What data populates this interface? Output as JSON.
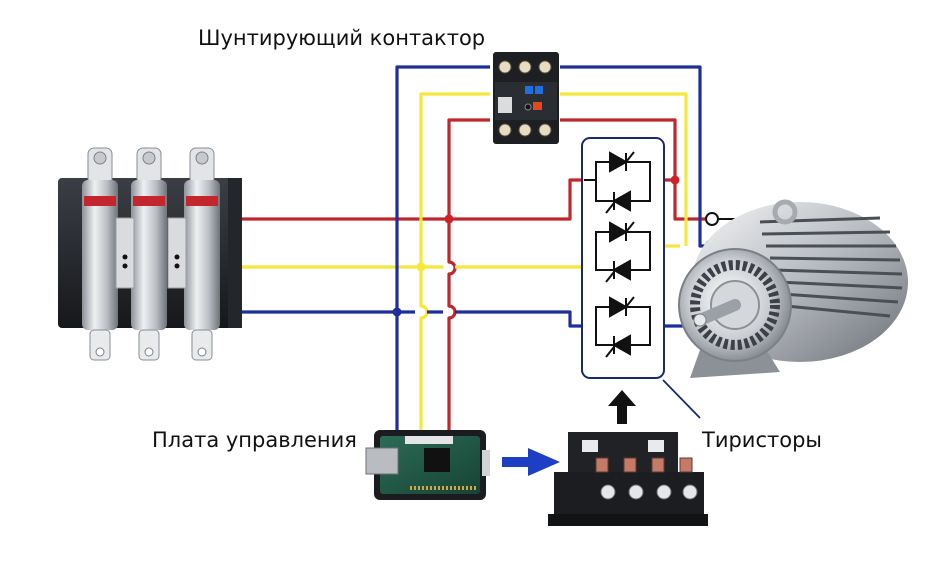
{
  "title": "Схема устройства плавного пуска с шунтирующим контактором",
  "labels": {
    "bypass_contactor": "Шунтирующий контактор",
    "control_board": "Плата управления",
    "thyristors": "Тиристоры"
  },
  "components": [
    {
      "id": "fuse-block",
      "name": "Предохранители",
      "poles": 3
    },
    {
      "id": "bypass-contactor",
      "name": "Шунтирующий контактор"
    },
    {
      "id": "thyristor-block",
      "name": "Тиристоры",
      "pairs": 3
    },
    {
      "id": "control-board",
      "name": "Плата управления"
    },
    {
      "id": "thyristor-module",
      "name": "Тиристорный модуль",
      "terminals": 4
    },
    {
      "id": "motor",
      "name": "Асинхронный двигатель"
    }
  ],
  "phases": [
    {
      "id": "L1",
      "color": "#c0272d"
    },
    {
      "id": "L2",
      "color": "#f5e83c"
    },
    {
      "id": "L3",
      "color": "#1f2f9a"
    }
  ],
  "colors": {
    "red": "#c0272d",
    "yellow": "#f5e83c",
    "blue": "#1f2f9a",
    "arrow_blue": "#1c3fc4",
    "outline": "#1a2a6c",
    "black": "#111111"
  }
}
